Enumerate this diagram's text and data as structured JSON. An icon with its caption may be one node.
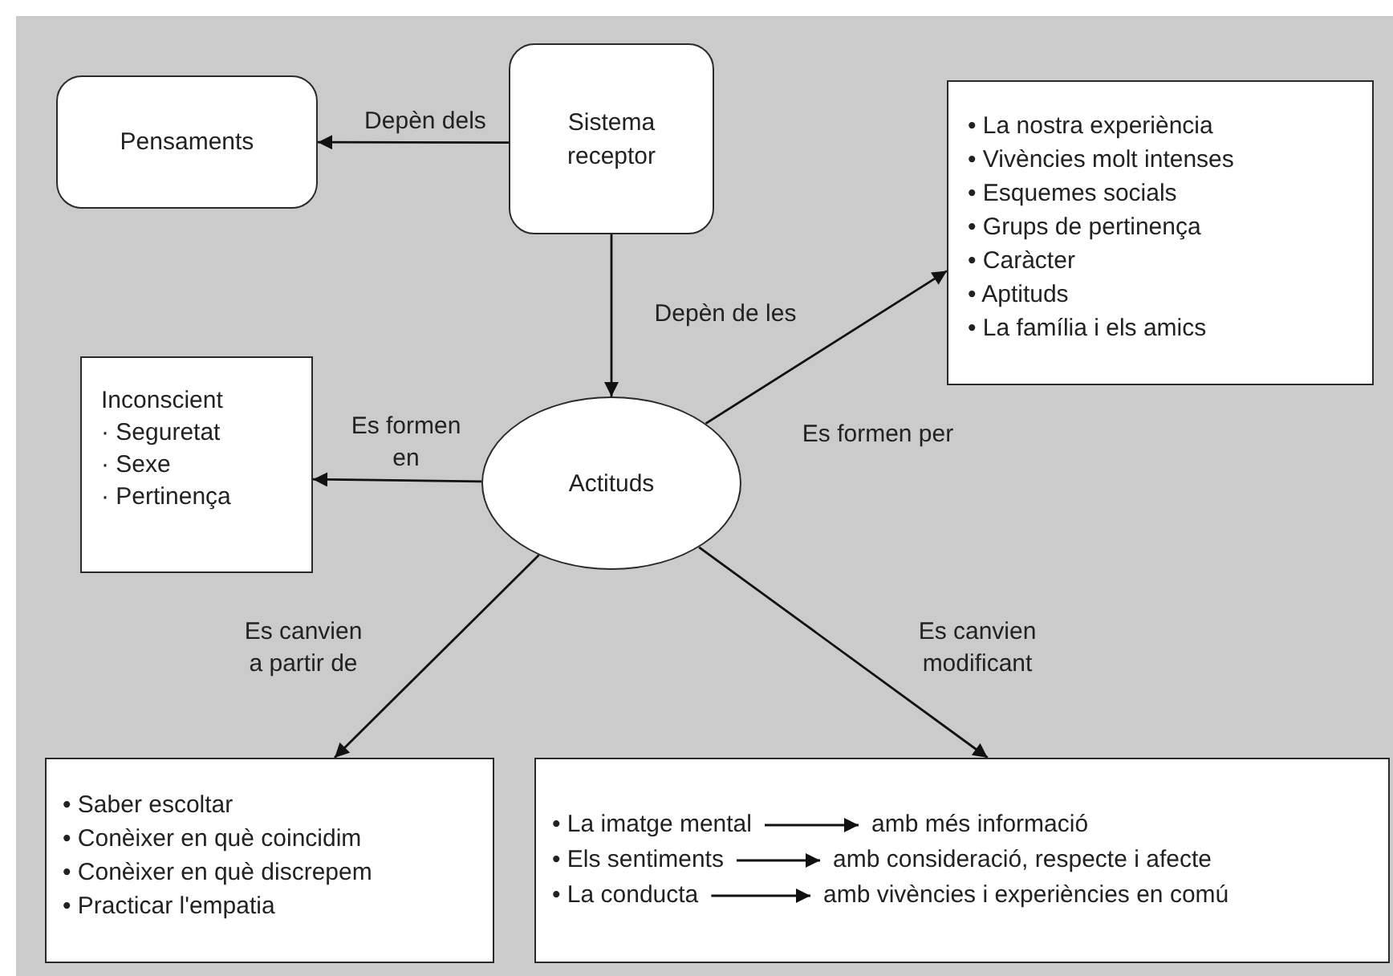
{
  "diagram": {
    "nodes": [
      {
        "text": [
          "Pensaments"
        ]
      },
      {
        "text": [
          "Sistema receptor"
        ]
      },
      {
        "text": [
          "• La nostra experiència",
          "• Vivències molt intenses",
          "• Esquemes socials",
          "• Grups de pertinença",
          "• Caràcter",
          "• Aptituds",
          "• La família i els amics"
        ]
      },
      {
        "text": [
          "Inconscient",
          "· Seguretat",
          "· Sexe",
          "· Pertinença"
        ]
      },
      {
        "text": [
          "Actituds"
        ]
      },
      {
        "text": [
          "• Saber escoltar",
          "• Conèixer en què coincidim",
          "• Conèixer en què discrepem",
          "• Practicar l'empatia"
        ]
      },
      {
        "text": [],
        "shape": "box"
      },
      {
        "text": [
          "• La imatge mental"
        ],
        "in": 6
      },
      {
        "text": [
          "amb més informació"
        ],
        "in": 6
      },
      {
        "text": [
          "• Els sentiments"
        ],
        "in": 6
      },
      {
        "text": [
          "amb consideració, respecte i afecte"
        ],
        "in": 6
      },
      {
        "text": [
          "• La conducta"
        ],
        "in": 6
      },
      {
        "text": [
          "amb vivències i experiències en comú"
        ],
        "in": 6
      }
    ],
    "edges": [
      {
        "from": 1,
        "to": 0,
        "arrow": "to",
        "label": "Depèn dels"
      },
      {
        "from": 1,
        "to": 4,
        "arrow": "to",
        "label": "Depèn de les"
      },
      {
        "from": 4,
        "to": 3,
        "arrow": "to",
        "label": "Es formen en"
      },
      {
        "from": 4,
        "to": 2,
        "arrow": "to",
        "label": "Es formen per"
      },
      {
        "from": 4,
        "to": 5,
        "arrow": "to",
        "label": "Es canvien a partir de"
      },
      {
        "from": 4,
        "to": 6,
        "arrow": "to",
        "label": "Es canvien modificant"
      },
      {
        "from": 7,
        "to": 8,
        "arrow": "to"
      },
      {
        "from": 9,
        "to": 10,
        "arrow": "to"
      },
      {
        "from": 11,
        "to": 12,
        "arrow": "to"
      }
    ]
  }
}
